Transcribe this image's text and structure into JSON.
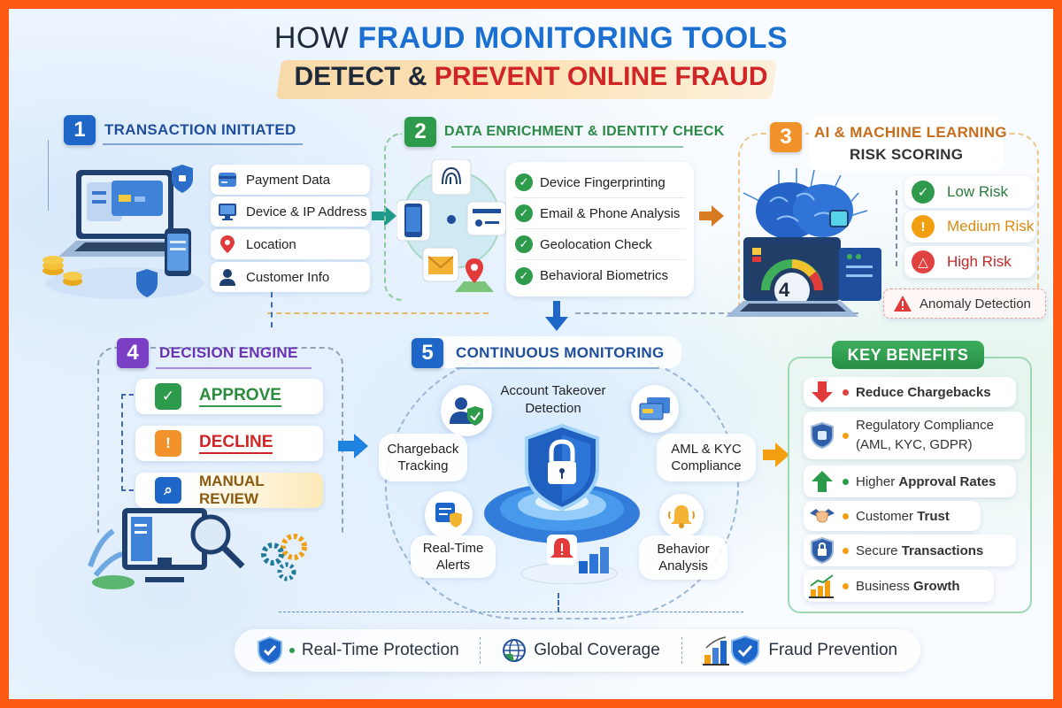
{
  "title": {
    "line1_prefix": "HOW",
    "line1_highlight": "FRAUD MONITORING TOOLS",
    "line2_prefix": "DETECT &",
    "line2_highlight": "PREVENT ONLINE FRAUD"
  },
  "colors": {
    "border": "#ff5a14",
    "step1": "#1f66c9",
    "step2": "#2e9a4b",
    "step3": "#f2922a",
    "step4": "#7b3fc6",
    "step5": "#1f66c9",
    "low_risk": "#2e9a4b",
    "medium_risk": "#f2a012",
    "high_risk": "#e04141"
  },
  "step1": {
    "number": "1",
    "title": "TRANSACTION INITIATED",
    "items": [
      {
        "icon": "credit-card-icon",
        "label": "Payment Data"
      },
      {
        "icon": "monitor-icon",
        "label": "Device & IP Address"
      },
      {
        "icon": "location-pin-icon",
        "label": "Location"
      },
      {
        "icon": "user-icon",
        "label": "Customer Info"
      }
    ]
  },
  "step2": {
    "number": "2",
    "title": "DATA ENRICHMENT & IDENTITY CHECK",
    "checks": [
      {
        "icon": "check-circle-icon",
        "label": "Device Fingerprinting"
      },
      {
        "icon": "check-circle-icon",
        "label": "Email & Phone Analysis"
      },
      {
        "icon": "check-circle-icon",
        "label": "Geolocation Check"
      },
      {
        "icon": "check-circle-icon",
        "label": "Behavioral Biometrics"
      }
    ]
  },
  "step3": {
    "number": "3",
    "title_line1": "AI & MACHINE LEARNING",
    "title_line2": "RISK SCORING",
    "gauge_value": "4",
    "levels": [
      {
        "icon": "check-icon",
        "label": "Low Risk"
      },
      {
        "icon": "warning-icon",
        "label": "Medium Risk"
      },
      {
        "icon": "alert-triangle-icon",
        "label": "High Risk"
      }
    ],
    "anomaly": {
      "icon": "warning-triangle-icon",
      "label": "Anomaly Detection"
    }
  },
  "step4": {
    "number": "4",
    "title": "DECISION ENGINE",
    "decisions": [
      {
        "icon": "check-icon",
        "label": "APPROVE"
      },
      {
        "icon": "warning-icon",
        "label": "DECLINE"
      },
      {
        "icon": "magnifier-icon",
        "label": "MANUAL REVIEW"
      }
    ]
  },
  "step5": {
    "number": "5",
    "title": "CONTINUOUS MONITORING",
    "features": {
      "account_takeover": "Account Takeover Detection",
      "chargeback": "Chargeback Tracking",
      "aml_kyc": "AML & KYC Compliance",
      "alerts": "Real-Time Alerts",
      "behavior": "Behavior Analysis"
    },
    "account_takeover_l1": "Account Takeover",
    "account_takeover_l2": "Detection",
    "chargeback_l1": "Chargeback",
    "chargeback_l2": "Tracking",
    "aml_l1": "AML & KYC",
    "aml_l2": "Compliance",
    "alerts_l1": "Real-Time",
    "alerts_l2": "Alerts",
    "behavior_l1": "Behavior",
    "behavior_l2": "Analysis"
  },
  "benefits": {
    "title": "KEY BENEFITS",
    "items": [
      {
        "icon": "down-arrow-icon",
        "normal": "",
        "bold": "Reduce Chargebacks",
        "dot": "#e04141"
      },
      {
        "icon": "shield-icon",
        "normal": "",
        "bold": "Regulatory Compliance",
        "line2": "(AML, KYC, GDPR)",
        "dot": "#f2a012"
      },
      {
        "icon": "up-arrow-icon",
        "normal": "Higher ",
        "bold": "Approval Rates",
        "dot": "#2e9a4b"
      },
      {
        "icon": "handshake-icon",
        "normal": "Customer ",
        "bold": "Trust",
        "dot": "#f2a012"
      },
      {
        "icon": "lock-shield-icon",
        "normal": "Secure ",
        "bold": "Transactions",
        "dot": "#f2a012"
      },
      {
        "icon": "growth-chart-icon",
        "normal": "Business ",
        "bold": "Growth",
        "dot": "#f2a012"
      }
    ]
  },
  "bottom_bar": [
    {
      "icon": "shield-check-icon",
      "label": "Real-Time Protection"
    },
    {
      "icon": "globe-icon",
      "label": "Global Coverage"
    },
    {
      "icon": "bar-chart-shield-icon",
      "label": "Fraud Prevention"
    }
  ]
}
